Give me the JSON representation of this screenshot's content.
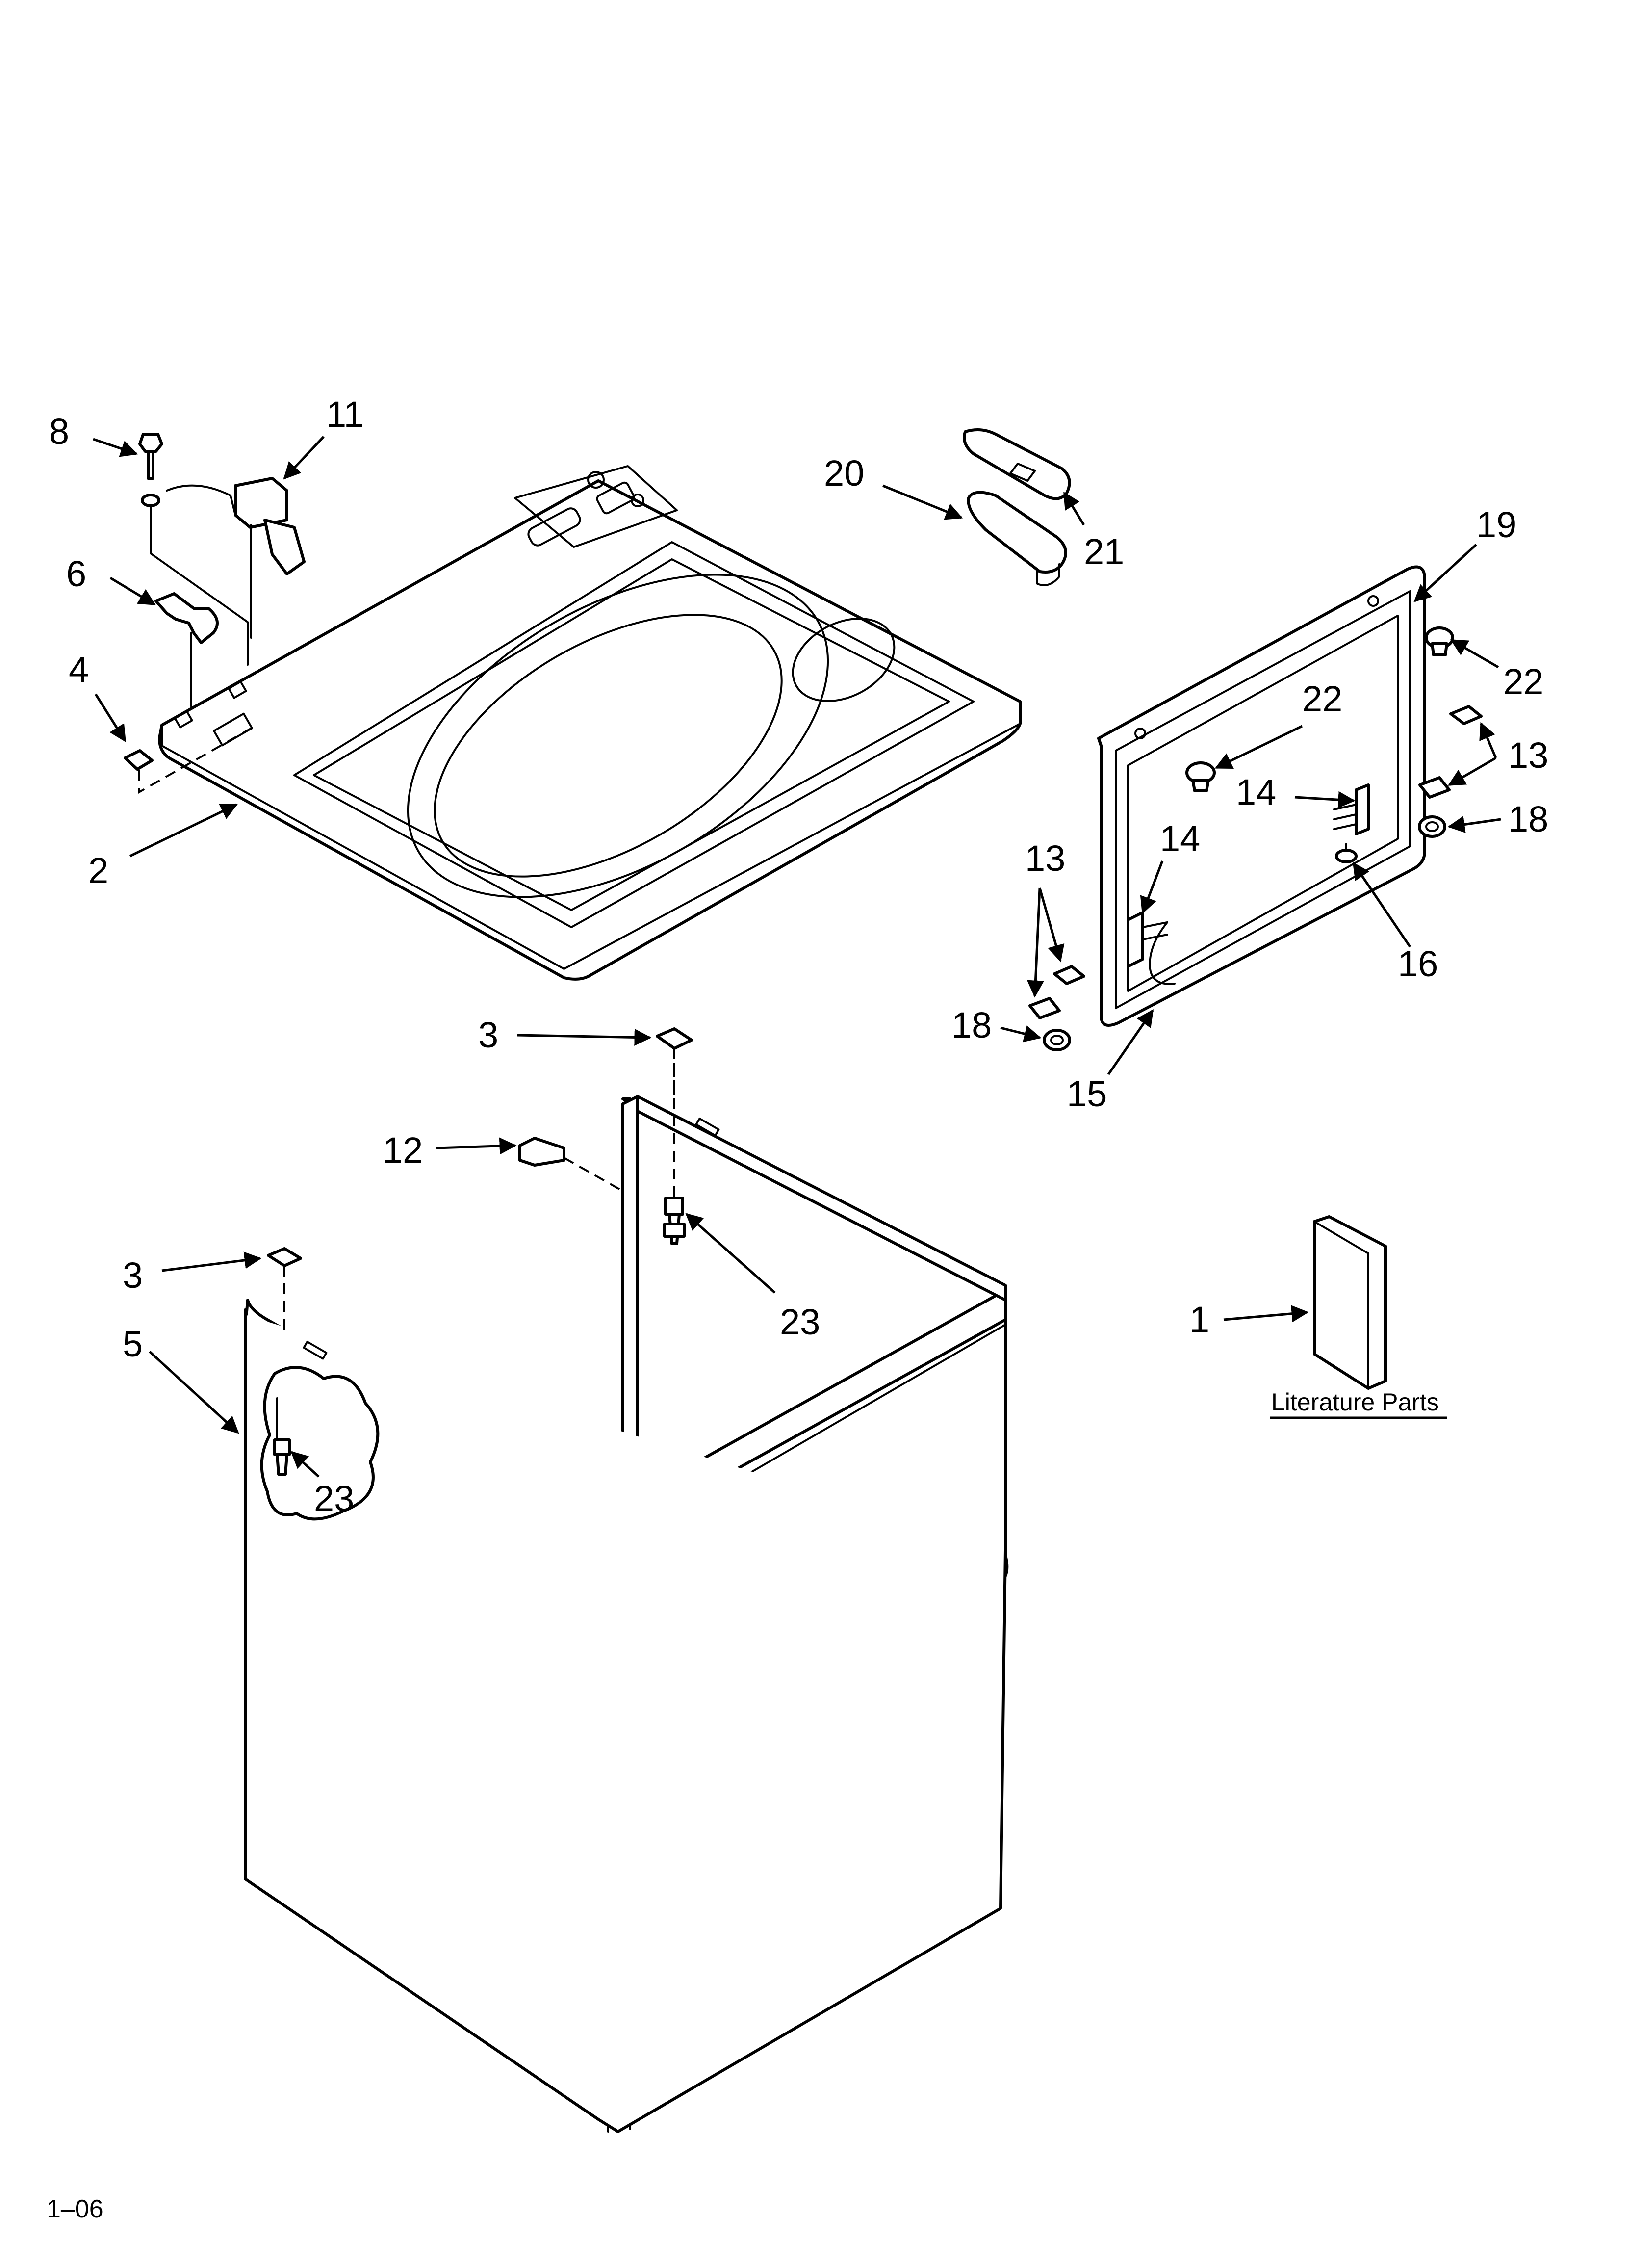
{
  "callouts": [
    {
      "id": "c8",
      "label": "8"
    },
    {
      "id": "c11",
      "label": "11"
    },
    {
      "id": "c6",
      "label": "6"
    },
    {
      "id": "c4",
      "label": "4"
    },
    {
      "id": "c2",
      "label": "2"
    },
    {
      "id": "c20",
      "label": "20"
    },
    {
      "id": "c21",
      "label": "21"
    },
    {
      "id": "c19",
      "label": "19"
    },
    {
      "id": "c22a",
      "label": "22"
    },
    {
      "id": "c22b",
      "label": "22"
    },
    {
      "id": "c13a",
      "label": "13"
    },
    {
      "id": "c14a",
      "label": "14"
    },
    {
      "id": "c18a",
      "label": "18"
    },
    {
      "id": "c13b",
      "label": "13"
    },
    {
      "id": "c14b",
      "label": "14"
    },
    {
      "id": "c16",
      "label": "16"
    },
    {
      "id": "c18b",
      "label": "18"
    },
    {
      "id": "c15",
      "label": "15"
    },
    {
      "id": "c3a",
      "label": "3"
    },
    {
      "id": "c12",
      "label": "12"
    },
    {
      "id": "c23a",
      "label": "23"
    },
    {
      "id": "c3b",
      "label": "3"
    },
    {
      "id": "c5",
      "label": "5"
    },
    {
      "id": "c23b",
      "label": "23"
    },
    {
      "id": "c1",
      "label": "1"
    }
  ],
  "literature_label": "Literature Parts",
  "footer_code": "1–06"
}
